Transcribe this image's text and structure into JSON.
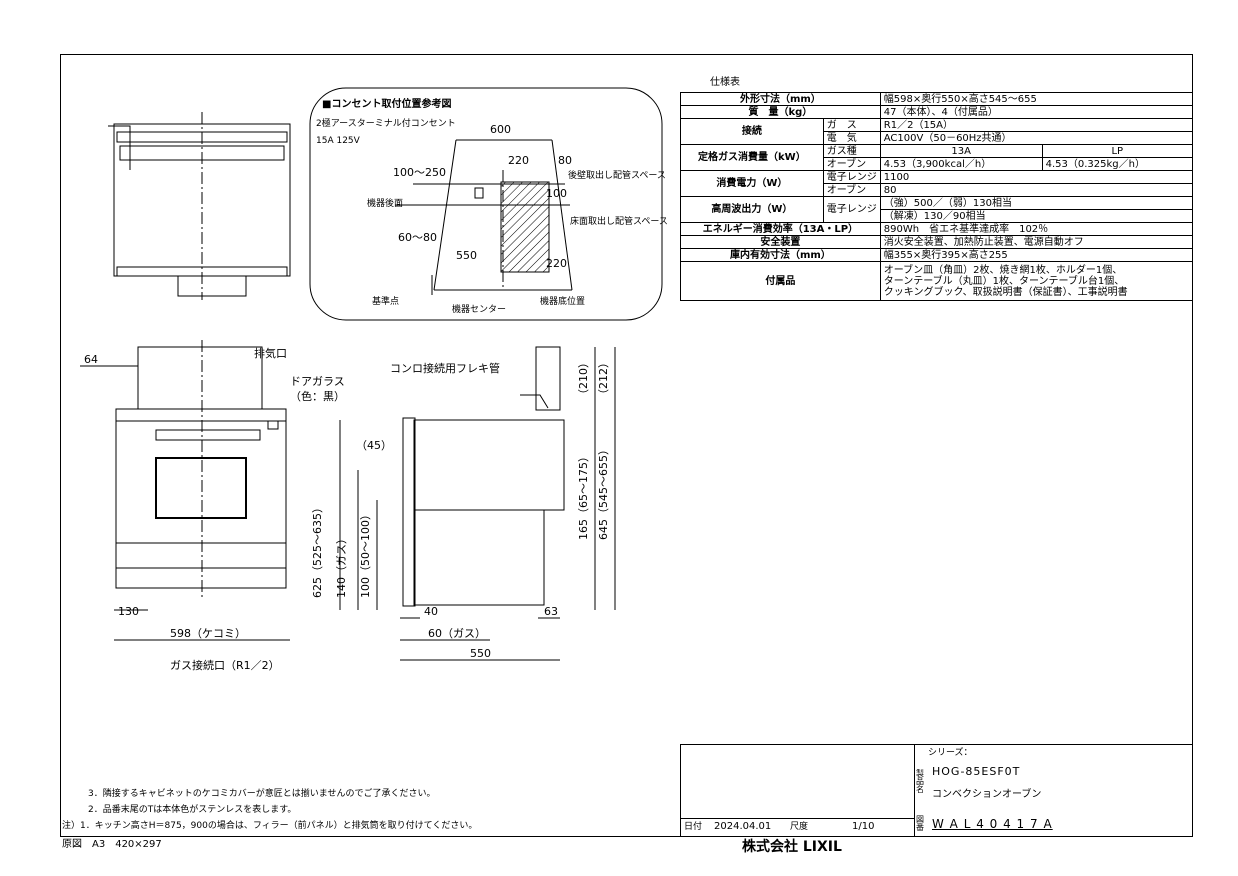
{
  "spec_table": {
    "title": "仕様表",
    "rows": {
      "dims_label": "外形寸法（mm）",
      "dims_value": "幅598×奥行550×高さ545～655",
      "mass_label": "質　量（kg）",
      "mass_value": "47（本体）、4（付属品）",
      "conn_label": "接続",
      "conn_gas_label": "ガ　ス",
      "conn_gas_value": "R1／2（15A）",
      "conn_elec_label": "電　気",
      "conn_elec_value": "AC100V（50－60Hz共通）",
      "gas_cons_label": "定格ガス消費量（kW）",
      "gas_type_label": "ガス種",
      "gas_13a": "13A",
      "gas_lp": "LP",
      "oven_label": "オーブン",
      "oven_13a": "4.53（3,900kcal／h）",
      "oven_lp": "4.53（0.325kg／h）",
      "power_label": "消費電力（W）",
      "micro_label": "電子レンジ",
      "micro_power": "1100",
      "oven_power_label": "オーブン",
      "oven_power": "80",
      "hf_label": "高周波出力（W）",
      "hf_sub": "電子レンジ",
      "hf_value1": "（強）500／（弱）130相当",
      "hf_value2": "（解凍）130／90相当",
      "eff_label": "エネルギー消費効率（13A・LP）",
      "eff_value": "890Wh　省エネ基準達成率　102％",
      "safety_label": "安全装置",
      "safety_value": "消火安全装置、加熱防止装置、電源自動オフ",
      "cavity_label": "庫内有効寸法（mm）",
      "cavity_value": "幅355×奥行395×高さ255",
      "acc_label": "付属品",
      "acc_line1": "オーブン皿（角皿）2枚、焼き網1枚、ホルダー1個、",
      "acc_line2": "ターンテーブル（丸皿）1枚、ターンテーブル台1個、",
      "acc_line3": "クッキングブック、取扱説明書（保証書）、工事説明書"
    }
  },
  "outlet_diagram": {
    "title": "■コンセント取付位置参考図",
    "outlet_desc": "2極アースターミナル付コンセント",
    "outlet_rating": "15A 125V",
    "dim_600": "600",
    "dim_220": "220",
    "dim_80": "80",
    "dim_100_250": "100～250",
    "dim_100": "100",
    "dim_60_80": "60～80",
    "dim_550": "550",
    "dim_220b": "220",
    "label_rear_space": "後壁取出し配管スペース",
    "label_rear_face": "機器後面",
    "label_floor_space": "床面取出し配管スペース",
    "label_base_point": "基準点",
    "label_center": "機器センター",
    "label_bottom": "機器底位置"
  },
  "front_view": {
    "dim_64": "64",
    "exhaust": "排気口",
    "door_glass": "ドアガラス",
    "door_color": "（色：黒）",
    "dim_130": "130",
    "dim_598": "598（ケコミ）",
    "gas_inlet": "ガス接続口（R1／2）"
  },
  "side_view": {
    "flex_pipe": "コンロ接続用フレキ管",
    "dim_45": "（45）",
    "dim_625": "625（525～635）",
    "dim_140": "140（ガス）",
    "dim_100": "100（50～100）",
    "dim_210": "（210）",
    "dim_212": "（212）",
    "dim_165": "165（65～175）",
    "dim_645": "645（545～655）",
    "dim_40": "40",
    "dim_60": "60（ガス）",
    "dim_550": "550",
    "dim_63": "63"
  },
  "notes": {
    "n3": "3．隣接するキャビネットのケコミカバーが意匠とは揃いませんのでご了承ください。",
    "n2": "2．品番末尾のTは本体色がステンレスを表します。",
    "n1": "注）1．キッチン高さH＝875，900の場合は、フィラー（前パネル）と排気筒を取り付けてください。",
    "original": "原図　A3　420×297"
  },
  "title_block": {
    "date_label": "日付",
    "date": "2024.04.01",
    "scale_label": "尺度",
    "scale": "1/10",
    "company": "株式会社 LIXIL",
    "series_label": "シリーズ：",
    "product_label": "製品名",
    "model": "HOG-85ESF0T",
    "product_name": "コンベクションオーブン",
    "drawing_label": "図番",
    "drawing_no": "W A L 4 0 4 1 7 A"
  }
}
